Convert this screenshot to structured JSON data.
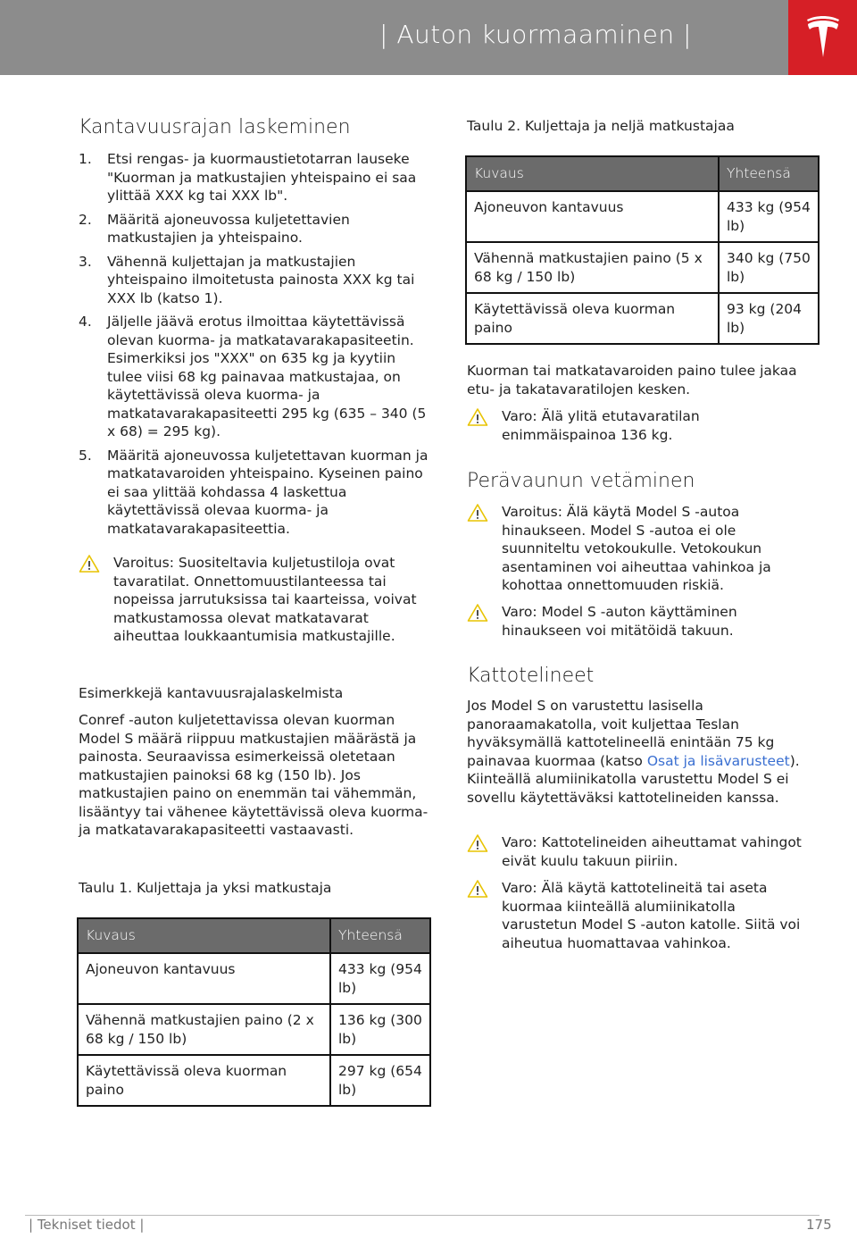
{
  "header": {
    "section_title": "| Auton kuormaaminen |",
    "brand_color": "#d61f26"
  },
  "left": {
    "heading": "Kantavuusrajan laskeminen",
    "steps": [
      {
        "num": "1.",
        "text": "Etsi rengas- ja kuormaustietotarran lauseke \"Kuorman ja matkustajien yhteispaino ei saa ylittää XXX kg tai XXX lb\"."
      },
      {
        "num": "2.",
        "text": "Määritä ajoneuvossa kuljetettavien matkustajien ja yhteispaino."
      },
      {
        "num": "3.",
        "text": "Vähennä kuljettajan ja matkustajien yhteispaino ilmoitetusta painosta XXX kg tai XXX lb (katso 1)."
      },
      {
        "num": "4.",
        "text": "Jäljelle jäävä erotus ilmoittaa käytettävissä olevan kuorma- ja matkatavarakapasiteetin. Esimerkiksi jos \"XXX\" on 635 kg ja kyytiin tulee viisi 68 kg painavaa matkustajaa, on käytettävissä oleva kuorma- ja matkatavarakapasiteetti 295 kg (635 – 340 (5 x 68) = 295 kg)."
      },
      {
        "num": "5.",
        "text": "Määritä ajoneuvossa kuljetettavan kuorman ja matkatavaroiden yhteispaino. Kyseinen paino ei saa ylittää kohdassa 4 laskettua käytettävissä olevaa kuorma- ja matkatavarakapasiteettia."
      }
    ],
    "warning": "Varoitus: Suositeltavia kuljetustiloja ovat tavaratilat. Onnettomuustilanteessa tai nopeissa jarrutuksissa tai kaarteissa, voivat matkustamossa olevat matkatavarat aiheuttaa loukkaantumisia matkustajille.",
    "examples_intro": "Esimerkkejä kantavuusrajalaskelmista",
    "examples_text": "Conref -auton kuljetettavissa olevan kuorman Model S määrä riippuu matkustajien määrästä ja painosta. Seuraavissa esimerkeissä oletetaan matkustajien painoksi 68 kg (150 lb). Jos matkustajien paino on enemmän tai vähemmän, lisääntyy tai vähenee käytettävissä oleva kuorma- ja matkatavarakapasiteetti vastaavasti.",
    "table1_caption": "Taulu 1. Kuljettaja ja yksi matkustaja",
    "table1": {
      "headers": [
        "Kuvaus",
        "Yhteensä"
      ],
      "rows": [
        [
          "Ajoneuvon kantavuus",
          "433 kg (954 lb)"
        ],
        [
          "Vähennä matkustajien paino (2 x 68 kg / 150 lb)",
          "136 kg (300 lb)"
        ],
        [
          "Käytettävissä oleva kuorman paino",
          "297 kg (654 lb)"
        ]
      ]
    }
  },
  "right": {
    "table2_caption": "Taulu 2. Kuljettaja ja neljä matkustajaa",
    "table2": {
      "headers": [
        "Kuvaus",
        "Yhteensä"
      ],
      "rows": [
        [
          "Ajoneuvon kantavuus",
          "433 kg (954 lb)"
        ],
        [
          "Vähennä matkustajien paino (5 x 68 kg / 150 lb)",
          "340 kg (750 lb)"
        ],
        [
          "Käytettävissä oleva kuorman paino",
          "93 kg (204 lb)"
        ]
      ]
    },
    "distribution_text": "Kuorman tai matkatavaroiden paino tulee jakaa etu- ja takatavaratilojen kesken.",
    "caution_front": "Varo: Älä ylitä etutavaratilan enimmäispainoa 136 kg.",
    "towing_heading": "Perävaunun vetäminen",
    "towing_warning": "Varoitus: Älä käytä Model S -autoa hinaukseen. Model S -autoa ei ole suunniteltu vetokoukulle. Vetokoukun asentaminen voi aiheuttaa vahinkoa ja kohottaa onnettomuuden riskiä.",
    "towing_caution": "Varo: Model S -auton käyttäminen hinaukseen voi mitätöidä takuun.",
    "roof_heading": "Kattotelineet",
    "roof_text_before": "Jos Model S on varustettu lasisella panoraamakatolla, voit kuljettaa Teslan hyväksymällä kattotelineellä enintään 75 kg painavaa kuormaa (katso ",
    "roof_link": "Osat ja lisävarusteet",
    "roof_text_after": "). Kiinteällä alumiinikatolla varustettu Model S ei sovellu käytettäväksi kattotelineiden kanssa.",
    "roof_caution1": "Varo: Kattotelineiden aiheuttamat vahingot eivät kuulu takuun piiriin.",
    "roof_caution2": "Varo: Älä käytä kattotelineitä tai aseta kuormaa kiinteällä alumiinikatolla varustetun Model S -auton katolle. Siitä voi aiheutua huomattavaa vahinkoa."
  },
  "footer": {
    "section": "| Tekniset tiedot |",
    "page": "175"
  }
}
